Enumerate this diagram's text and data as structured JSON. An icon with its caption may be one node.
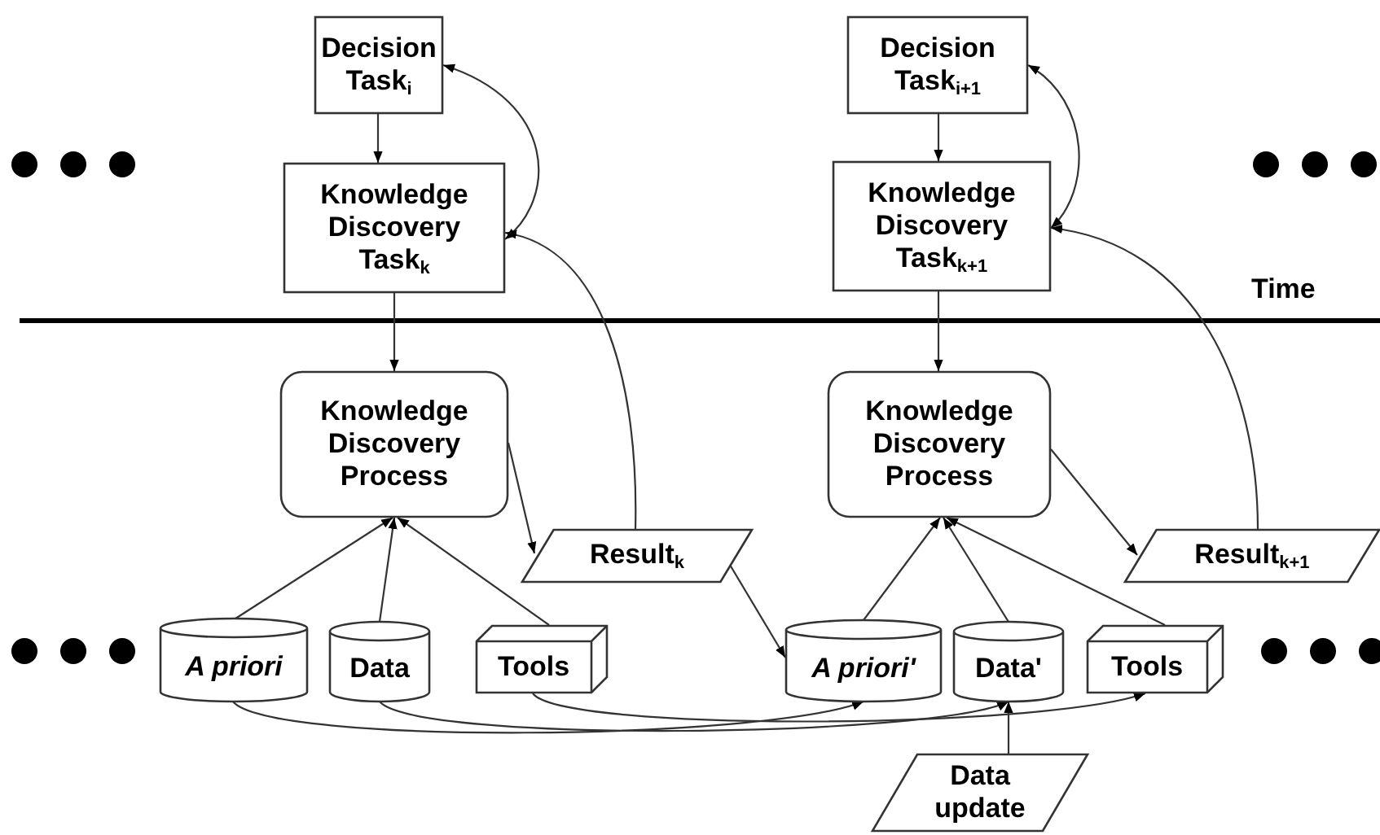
{
  "diagram": {
    "nodes": [
      {
        "text": [
          "Decision Task$_{i}$"
        ]
      },
      {
        "text": [
          "Knowledge Discovery Task$_{k}$"
        ]
      },
      {
        "text": [
          "Knowledge Discovery Process"
        ]
      },
      {
        "text": [
          "Result$_{k}$"
        ]
      },
      {
        "text": [
          "A priori"
        ]
      },
      {
        "text": [
          "Data"
        ]
      },
      {
        "text": [
          "Tools"
        ]
      },
      {
        "text": [
          "Decision Task$_{i+1}$"
        ]
      },
      {
        "text": [
          "Knowledge Discovery Task$_{k+1}$"
        ]
      },
      {
        "text": [
          "Knowledge Discovery Process"
        ]
      },
      {
        "text": [
          "Result$_{k+1}$"
        ]
      },
      {
        "text": [
          "A priori'"
        ]
      },
      {
        "text": [
          "Data'"
        ]
      },
      {
        "text": [
          "Tools"
        ]
      },
      {
        "text": [
          "Data update"
        ]
      }
    ],
    "edges": [
      {
        "from": 0,
        "to": 1,
        "arrow": "to"
      },
      {
        "from": 1,
        "to": 0,
        "arrow": "both"
      },
      {
        "from": 3,
        "to": 1,
        "arrow": "to"
      },
      {
        "from": 1,
        "to": 2,
        "arrow": "to"
      },
      {
        "from": 2,
        "to": 3,
        "arrow": "to"
      },
      {
        "from": 4,
        "to": 2,
        "arrow": "to"
      },
      {
        "from": 5,
        "to": 2,
        "arrow": "to"
      },
      {
        "from": 6,
        "to": 2,
        "arrow": "to"
      },
      {
        "from": 3,
        "to": 11,
        "arrow": "to"
      },
      {
        "from": 4,
        "to": 11,
        "arrow": "to"
      },
      {
        "from": 5,
        "to": 12,
        "arrow": "to"
      },
      {
        "from": 6,
        "to": 13,
        "arrow": "to"
      },
      {
        "from": 14,
        "to": 12,
        "arrow": "to"
      },
      {
        "from": 7,
        "to": 8,
        "arrow": "to"
      },
      {
        "from": 8,
        "to": 7,
        "arrow": "both"
      },
      {
        "from": 10,
        "to": 8,
        "arrow": "to"
      },
      {
        "from": 8,
        "to": 9,
        "arrow": "to"
      },
      {
        "from": 9,
        "to": 10,
        "arrow": "to"
      },
      {
        "from": 11,
        "to": 9,
        "arrow": "to"
      },
      {
        "from": 12,
        "to": 9,
        "arrow": "to"
      },
      {
        "from": 13,
        "to": 9,
        "arrow": "to"
      }
    ],
    "labels": [
      "Time"
    ]
  }
}
